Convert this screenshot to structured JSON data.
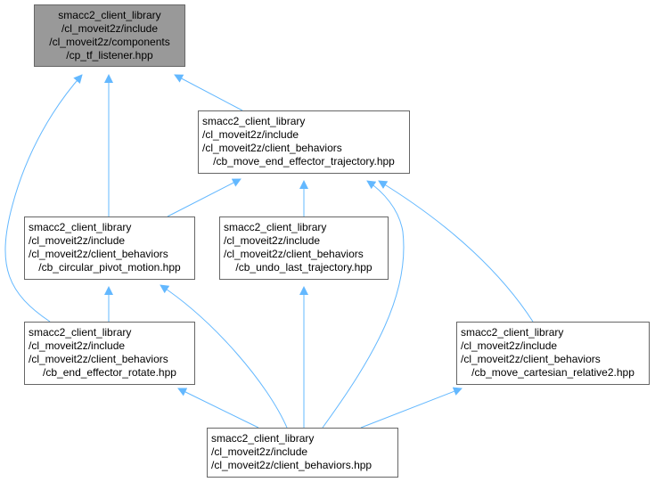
{
  "diagram": {
    "edge_color": "#63b8ff",
    "root_fill": "#999999",
    "nodes": {
      "cp_tf_listener": {
        "lines": [
          "smacc2_client_library",
          "/cl_moveit2z/include",
          "/cl_moveit2z/components",
          "/cp_tf_listener.hpp"
        ],
        "is_root": true
      },
      "cb_move_end_effector_trajectory": {
        "lines": [
          "smacc2_client_library",
          "/cl_moveit2z/include",
          "/cl_moveit2z/client_behaviors",
          "/cb_move_end_effector_trajectory.hpp"
        ]
      },
      "cb_circular_pivot_motion": {
        "lines": [
          "smacc2_client_library",
          "/cl_moveit2z/include",
          "/cl_moveit2z/client_behaviors",
          "/cb_circular_pivot_motion.hpp"
        ]
      },
      "cb_undo_last_trajectory": {
        "lines": [
          "smacc2_client_library",
          "/cl_moveit2z/include",
          "/cl_moveit2z/client_behaviors",
          "/cb_undo_last_trajectory.hpp"
        ]
      },
      "cb_end_effector_rotate": {
        "lines": [
          "smacc2_client_library",
          "/cl_moveit2z/include",
          "/cl_moveit2z/client_behaviors",
          "/cb_end_effector_rotate.hpp"
        ]
      },
      "cb_move_cartesian_relative2": {
        "lines": [
          "smacc2_client_library",
          "/cl_moveit2z/include",
          "/cl_moveit2z/client_behaviors",
          "/cb_move_cartesian_relative2.hpp"
        ]
      },
      "client_behaviors": {
        "lines": [
          "smacc2_client_library",
          "/cl_moveit2z/include",
          "/cl_moveit2z/client_behaviors.hpp"
        ]
      }
    },
    "edges": [
      {
        "from": "cb_move_end_effector_trajectory",
        "to": "cp_tf_listener"
      },
      {
        "from": "cb_circular_pivot_motion",
        "to": "cp_tf_listener"
      },
      {
        "from": "cb_end_effector_rotate",
        "to": "cp_tf_listener"
      },
      {
        "from": "cb_circular_pivot_motion",
        "to": "cb_move_end_effector_trajectory"
      },
      {
        "from": "cb_undo_last_trajectory",
        "to": "cb_move_end_effector_trajectory"
      },
      {
        "from": "client_behaviors",
        "to": "cb_move_end_effector_trajectory"
      },
      {
        "from": "cb_move_cartesian_relative2",
        "to": "cb_move_end_effector_trajectory"
      },
      {
        "from": "cb_end_effector_rotate",
        "to": "cb_circular_pivot_motion"
      },
      {
        "from": "client_behaviors",
        "to": "cb_circular_pivot_motion"
      },
      {
        "from": "client_behaviors",
        "to": "cb_undo_last_trajectory"
      },
      {
        "from": "client_behaviors",
        "to": "cb_end_effector_rotate"
      },
      {
        "from": "client_behaviors",
        "to": "cb_move_cartesian_relative2"
      }
    ]
  }
}
